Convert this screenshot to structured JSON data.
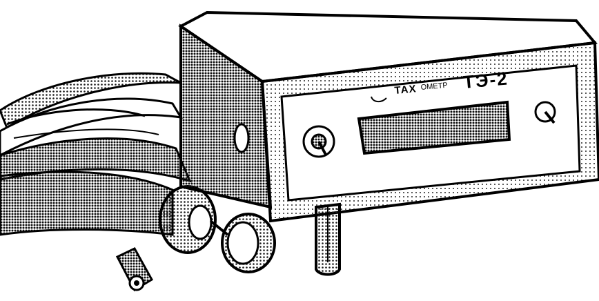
{
  "figure": {
    "kind": "line-drawing",
    "subject": "tachometer-device",
    "panel_label_prefix": "ТАХ",
    "panel_label_word": "ОМЕТР",
    "panel_label_model": "ТЭ-2"
  },
  "palette": {
    "ink": "#000000",
    "paper": "#ffffff",
    "halftone": "#1a1a1a"
  }
}
